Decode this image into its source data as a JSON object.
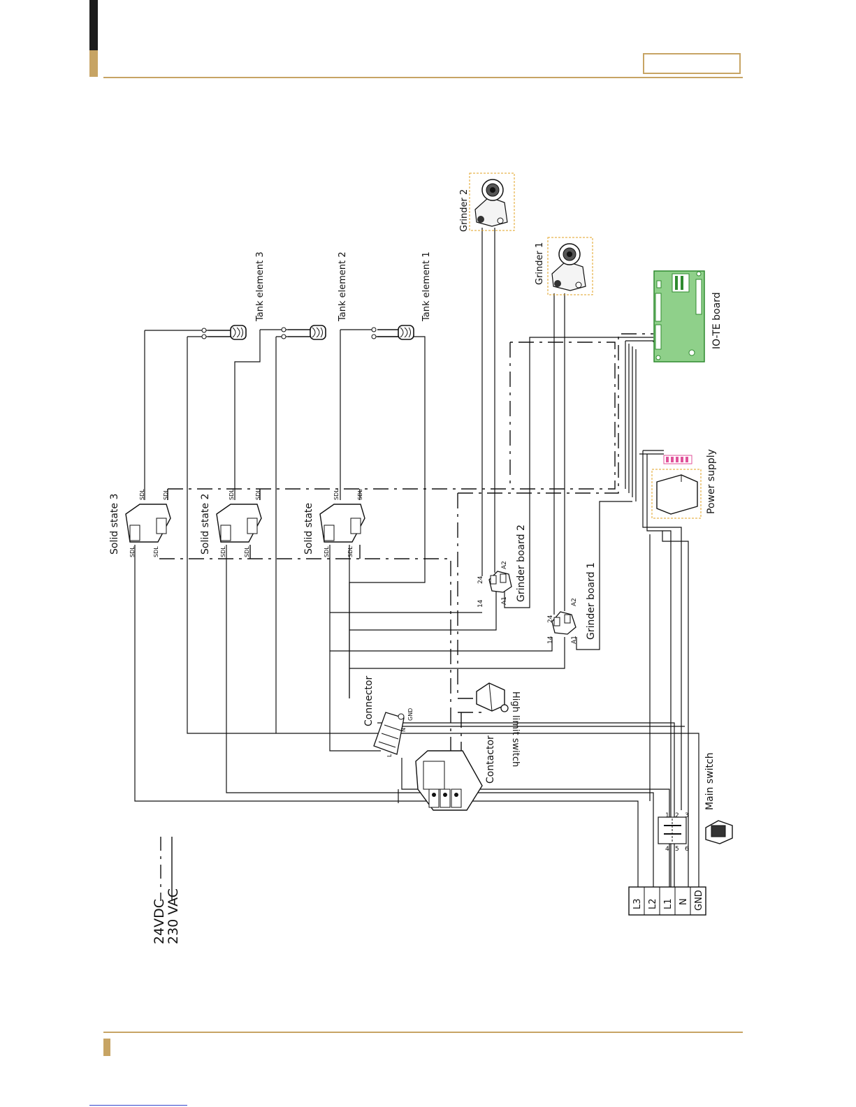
{
  "colors": {
    "accent": "#c7a464",
    "dark_bar": "#1c1c1c",
    "board_green": "#8fd08a",
    "board_border": "#2f8a2f",
    "dashed_box": "#e0a020",
    "pink_connector": "#e0529a"
  },
  "header": {
    "box_text": ""
  },
  "legend": {
    "dc_label": "24VDC",
    "ac_label": "230 VAC"
  },
  "components": {
    "grinder_2": "Grinder 2",
    "grinder_1": "Grinder 1",
    "tank_element_3": "Tank element 3",
    "tank_element_2": "Tank element 2",
    "tank_element_1": "Tank element 1",
    "io_te_board": "IO-TE board",
    "power_supply": "Power supply",
    "solid_state_3": "Solid state 3",
    "solid_state_2": "Solid state 2",
    "solid_state_1": "Solid state",
    "grinder_board_2": "Grinder board 2",
    "grinder_board_1": "Grinder board 1",
    "high_limit_switch": "High limit switch",
    "connector": "Connector",
    "contactor": "Contactor",
    "main_switch": "Main switch"
  },
  "pins": {
    "sdl": "SDL",
    "pin_14": "14",
    "pin_24": "24",
    "pin_a1": "A1",
    "pin_a2": "A2",
    "gnd": "GND",
    "n": "N",
    "l": "L",
    "switch_1": "1",
    "switch_2": "2",
    "switch_3": "3",
    "switch_4": "4",
    "switch_5": "5",
    "switch_6": "6"
  },
  "terminal_block": [
    "L3",
    "L2",
    "L1",
    "N",
    "GND"
  ]
}
